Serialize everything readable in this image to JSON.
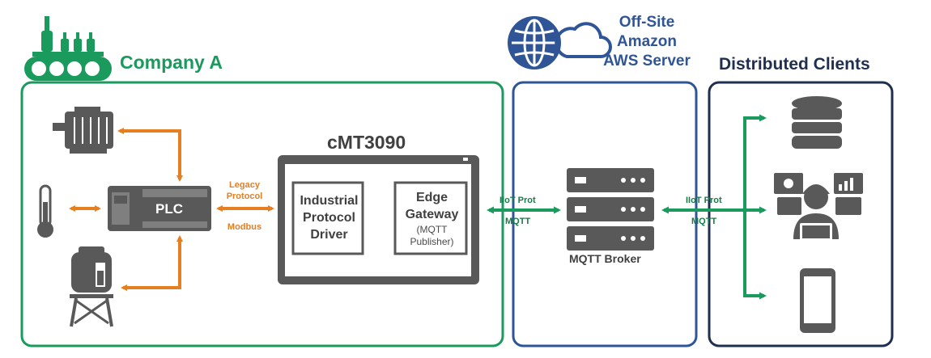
{
  "company": {
    "title": "Company A"
  },
  "cloud": {
    "title_lines": [
      "Off-Site",
      "Amazon",
      "AWS Server"
    ]
  },
  "clients": {
    "title": "Distributed Clients"
  },
  "plc": {
    "label": "PLC"
  },
  "link_plc_hmi": {
    "top": [
      "Legacy",
      "Protocol"
    ],
    "bottom": "Modbus"
  },
  "hmi": {
    "title": "cMT3090",
    "driver_lines": [
      "Industrial",
      "Protocol",
      "Driver"
    ],
    "gateway_lines": [
      "Edge",
      "Gateway"
    ],
    "gateway_sub_lines": [
      "(MQTT",
      "Publisher)"
    ]
  },
  "link_hmi_broker": {
    "top": "IIoT Prot",
    "bottom": "MQTT"
  },
  "broker": {
    "label": "MQTT Broker"
  },
  "link_broker_clients": {
    "top": "IIoT Prot",
    "bottom": "MQTT"
  },
  "colors": {
    "green": "#1a9a5c",
    "orange": "#e67e22",
    "blue": "#2f5597",
    "navy": "#1f2f4f",
    "gray": "#404040"
  },
  "icons": [
    "conveyor-icon",
    "motor-icon",
    "thermometer-icon",
    "tank-tower-icon",
    "globe-icon",
    "cloud-icon",
    "server-icon",
    "database-icon",
    "operator-dashboard-icon",
    "smartphone-icon"
  ]
}
